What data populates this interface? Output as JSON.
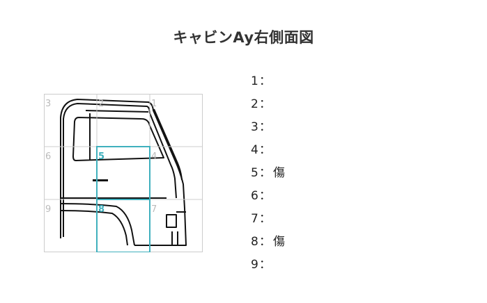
{
  "title": "キャビンAy右側面図",
  "diagram": {
    "grid_labels": [
      "1",
      "2",
      "3",
      "4",
      "5",
      "6",
      "7",
      "8",
      "9"
    ],
    "highlighted_cells": [
      "5",
      "8"
    ],
    "highlight_color": "#3fb0bd",
    "grid_color": "#cccccc"
  },
  "damage_list": [
    {
      "num": "1",
      "sep": "：",
      "value": ""
    },
    {
      "num": "2",
      "sep": "：",
      "value": ""
    },
    {
      "num": "3",
      "sep": "：",
      "value": ""
    },
    {
      "num": "4",
      "sep": "：",
      "value": ""
    },
    {
      "num": "5",
      "sep": "：",
      "value": "傷"
    },
    {
      "num": "6",
      "sep": "：",
      "value": ""
    },
    {
      "num": "7",
      "sep": "：",
      "value": ""
    },
    {
      "num": "8",
      "sep": "：",
      "value": "傷"
    },
    {
      "num": "9",
      "sep": "：",
      "value": ""
    }
  ]
}
